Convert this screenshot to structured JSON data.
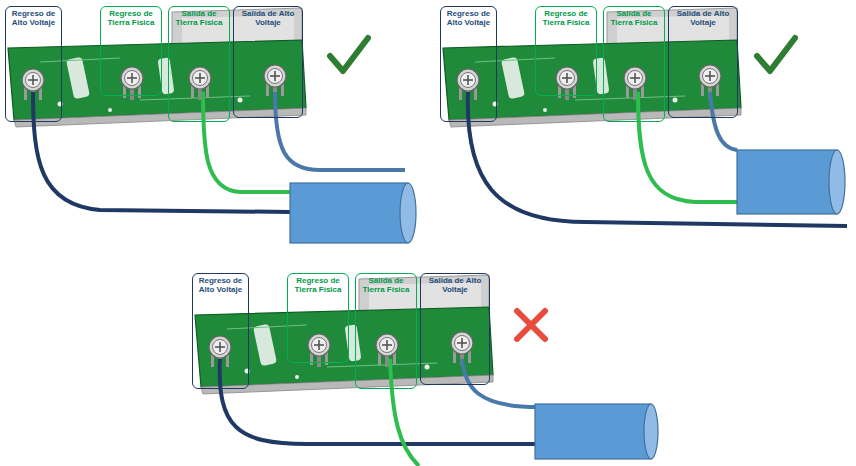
{
  "diagram": {
    "nodes": [
      {
        "text": [
          "Regreso de Alto Voltaje"
        ]
      },
      {
        "text": [
          "Regreso de Tierra Física"
        ]
      },
      {
        "text": [
          "Salida de Tierra Física"
        ]
      },
      {
        "text": [
          "Salida de Alto Voltaje"
        ]
      },
      {
        "text": [
          "Regreso de Alto Voltaje"
        ]
      },
      {
        "text": [
          "Regreso de Tierra Física"
        ]
      },
      {
        "text": [
          "Salida de Tierra Física"
        ]
      },
      {
        "text": [
          "Salida de Alto Voltaje"
        ]
      },
      {
        "text": [
          "Regreso de Alto Voltaje"
        ]
      },
      {
        "text": [
          "Regreso de Tierra Física"
        ]
      },
      {
        "text": [
          "Salida de Tierra Física"
        ]
      },
      {
        "text": [
          "Salida de Alto Voltaje"
        ]
      }
    ]
  }
}
